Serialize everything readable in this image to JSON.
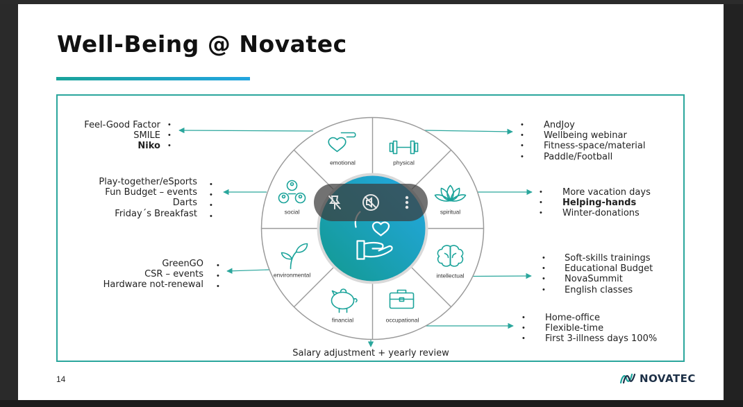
{
  "slide": {
    "title": "Well-Being @ Novatec",
    "page_number": "14",
    "brand_name": "NOVATEC",
    "accent_colors": {
      "teal": "#2aa69c",
      "blue": "#22a5e0",
      "navy": "#1d3047"
    }
  },
  "wheel": {
    "segments": [
      {
        "label": "emotional",
        "icon": "heart-hand-icon"
      },
      {
        "label": "physical",
        "icon": "dumbbell-icon"
      },
      {
        "label": "spiritual",
        "icon": "lotus-icon"
      },
      {
        "label": "intellectual",
        "icon": "brain-icon"
      },
      {
        "label": "occupational",
        "icon": "briefcase-icon"
      },
      {
        "label": "financial",
        "icon": "piggy-bank-icon"
      },
      {
        "label": "environmental",
        "icon": "sprout-icon"
      },
      {
        "label": "social",
        "icon": "people-network-icon"
      }
    ],
    "center_icon": "hand-heart-icon"
  },
  "lists": {
    "emotional": [
      "Feel-Good Factor",
      "SMILE",
      "Niko"
    ],
    "physical": [
      "AndJoy",
      "Wellbeing webinar",
      "Fitness-space/material",
      "Paddle/Football"
    ],
    "social": [
      "Play-together/eSports",
      "Fun Budget – events",
      "Darts",
      "Friday´s Breakfast"
    ],
    "spiritual": [
      "More vacation days",
      "Helping-hands",
      "Winter-donations"
    ],
    "environmental": [
      "GreenGO",
      "CSR – events",
      "Hardware not-renewal"
    ],
    "intellectual": [
      "Soft-skills trainings",
      "Educational Budget",
      "NovaSummit",
      "English classes"
    ],
    "occupational": [
      "Home-office",
      "Flexible-time",
      "First 3-illness days 100%"
    ],
    "financial": "Salary adjustment + yearly review"
  },
  "overlay": {
    "buttons": [
      {
        "icon": "pin-off-icon"
      },
      {
        "icon": "mute-icon"
      },
      {
        "icon": "more-vertical-icon"
      }
    ]
  }
}
